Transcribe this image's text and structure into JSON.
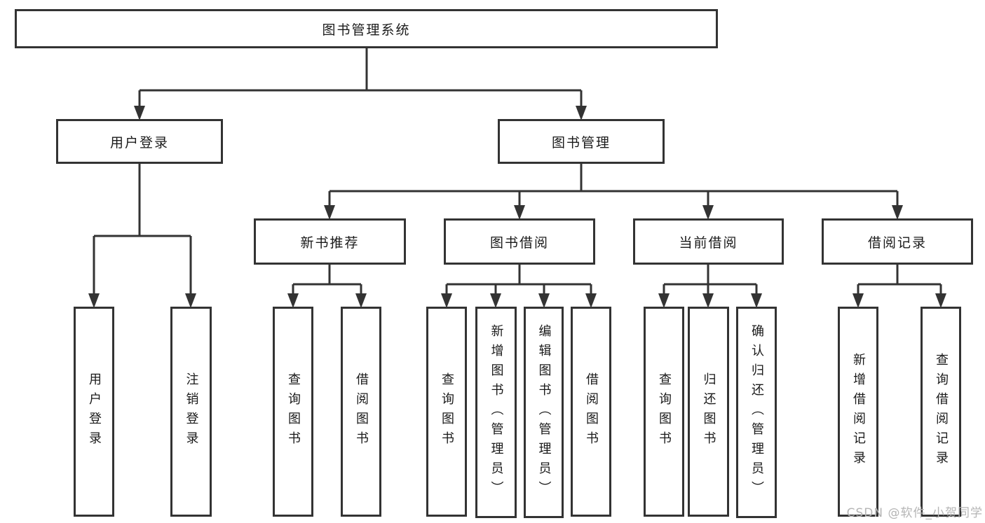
{
  "diagram_title": "图书管理系统",
  "nodes": {
    "root": "图书管理系统",
    "level2": [
      "用户登录",
      "图书管理"
    ],
    "level3": [
      "新书推荐",
      "图书借阅",
      "当前借阅",
      "借阅记录"
    ],
    "leaves": [
      "用户登录",
      "注销登录",
      "查询图书",
      "借阅图书",
      "查询图书",
      "新增图书（管理员）",
      "编辑图书（管理员）",
      "借阅图书",
      "查询图书",
      "归还图书",
      "确认归还（管理员）",
      "新增借阅记录",
      "查询借阅记录"
    ]
  },
  "watermark": "CSDN @软件_小贺同学",
  "colors": {
    "line": "#333333",
    "border": "#333333",
    "text": "#1a1a1a",
    "watermark": "#b5b5b5",
    "background": "#ffffff"
  }
}
